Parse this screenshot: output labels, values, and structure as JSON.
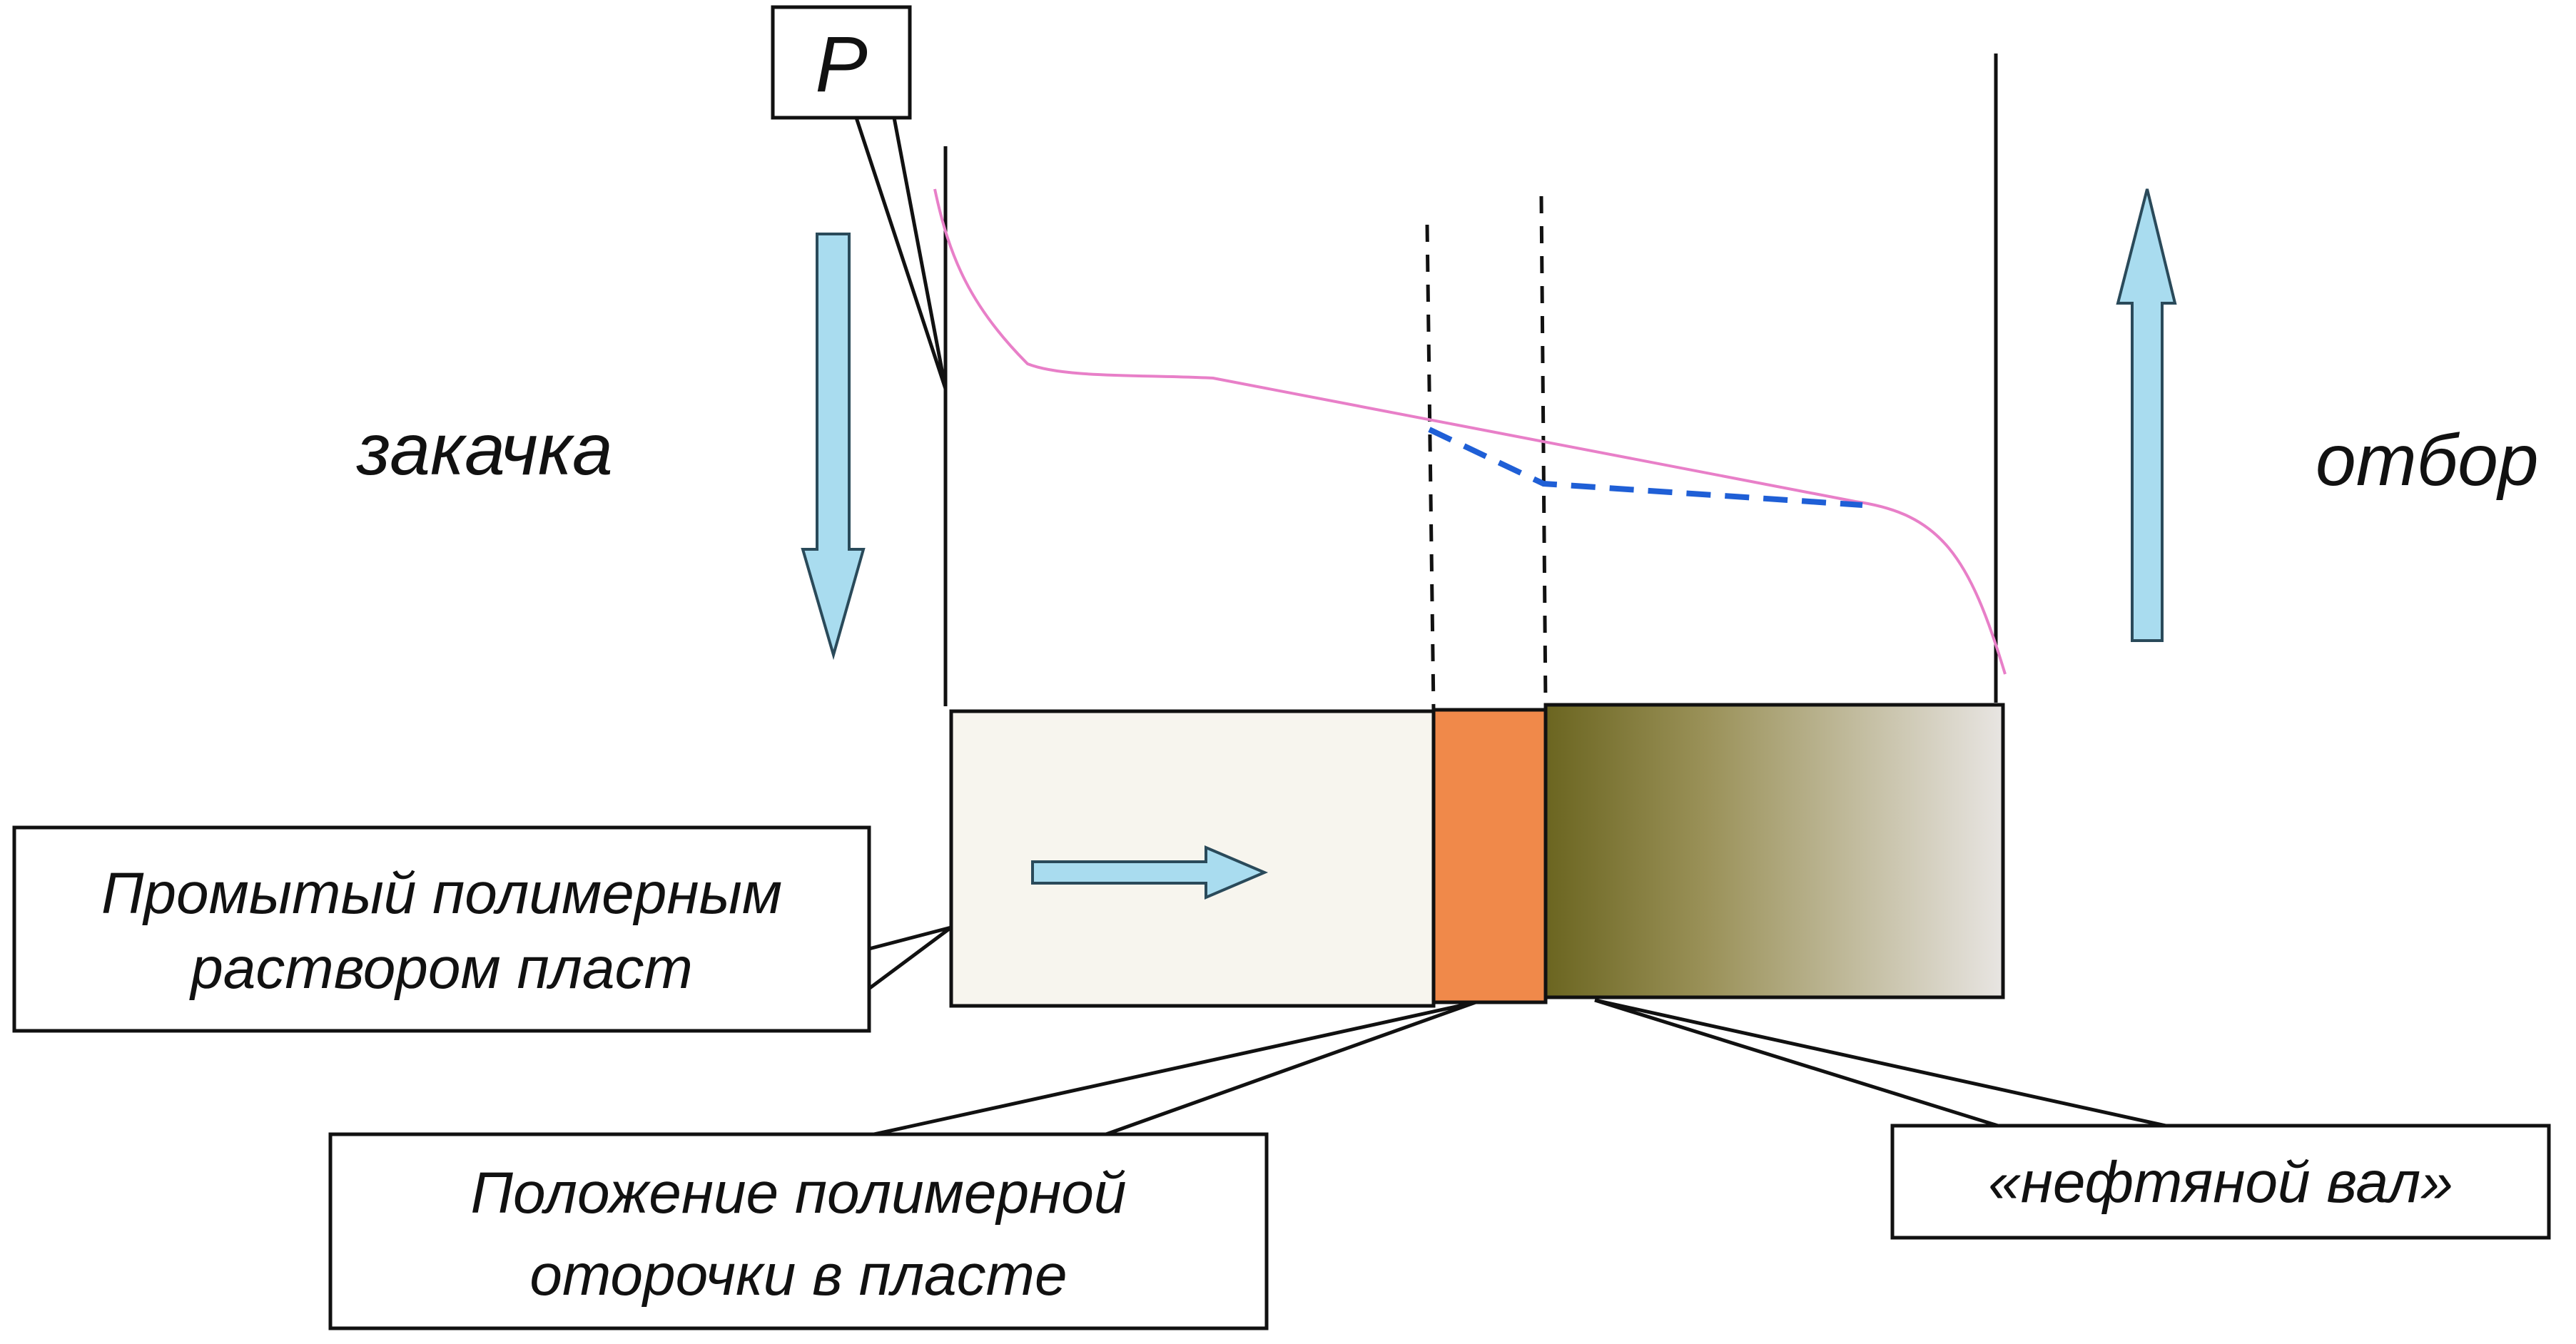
{
  "labels": {
    "pressure": "P",
    "injection": "закачка",
    "production": "отбор",
    "flushed_zone": [
      "Промытый полимерным",
      "раствором пласт"
    ],
    "slug_position": [
      "Положение полимерной",
      "оторочки в пласте"
    ],
    "oil_bank": "«нефтяной вал»"
  },
  "colors": {
    "pressure_curve": "#e87fc8",
    "pressure_dashed": "#1f5fd6",
    "arrow_fill": "#a9dcef",
    "arrow_stroke": "#2a4a5a",
    "flushed_zone_fill": "#f7f5ee",
    "polymer_slug_fill": "#f0894a",
    "oil_bank_start": "#6b6520",
    "oil_bank_end": "#e8e5e2"
  }
}
